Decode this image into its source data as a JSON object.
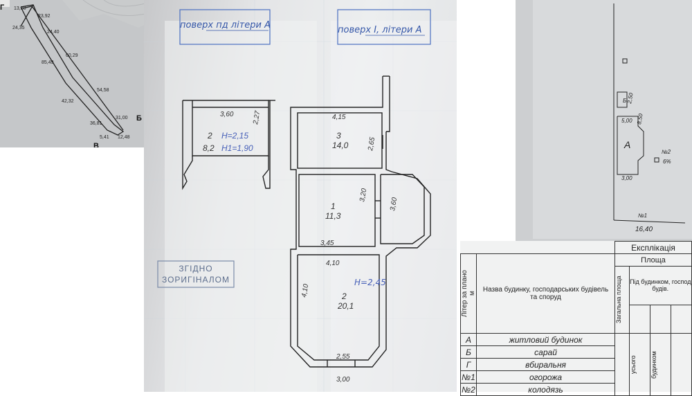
{
  "left_map": {
    "corner_labels": [
      "Г",
      "Б",
      "В"
    ],
    "dimensions": [
      "13,80",
      "23,92",
      "24,35",
      "24,40",
      "60,29",
      "85,49",
      "54,58",
      "42,32",
      "31,00",
      "36,81",
      "5,41",
      "12,48"
    ]
  },
  "floor_plan": {
    "stamp_attic": "поверх пд літери А",
    "stamp_first": "поверх І, літери А",
    "stamp_original_line1": "ЗГІДНО",
    "stamp_original_line2": "ЗОРИГІНАЛОМ",
    "attic_room": {
      "number": "2",
      "area": "8,2",
      "height1": "H=2,15",
      "height2": "H1=1,90",
      "width": "3,60",
      "depth": "2,27"
    },
    "room3": {
      "number": "3",
      "area": "14,0",
      "width": "4,15",
      "depth": "2,65"
    },
    "room1": {
      "number": "1",
      "area": "11,3",
      "width": "3,45",
      "depth": "3,20"
    },
    "bay_depth": "3,60",
    "room2": {
      "number": "2",
      "area": "20,1",
      "width_top": "4,10",
      "height": "H=2,45",
      "side": "4,10",
      "inner_bottom": "2,55",
      "outer_bottom": "3,00"
    }
  },
  "site_plan": {
    "letter_house": "А",
    "well_label": "№2",
    "well_pct": "6%",
    "fence_label": "№1",
    "dim_width": "16,40",
    "dim_house_top": "5,00",
    "dim_house_side": "8,50",
    "dim_house_bottom": "3,00",
    "dim_shed": "2,50"
  },
  "explication": {
    "title": "Експлікація",
    "col_letter": "Літер за плано м",
    "col_name": "Назва будинку, господарських будівель та споруд",
    "col_area": "Площа",
    "col_under": "Під будинком, господ будів.",
    "col_total": "Загальна площа",
    "col_all": "усього",
    "col_house": "будинком",
    "rows": [
      {
        "letter": "А",
        "name": "житловий будинок"
      },
      {
        "letter": "Б",
        "name": "сарай"
      },
      {
        "letter": "Г",
        "name": "вбиральня"
      },
      {
        "letter": "№1",
        "name": "огорожа"
      },
      {
        "letter": "№2",
        "name": "колодязь"
      }
    ]
  }
}
